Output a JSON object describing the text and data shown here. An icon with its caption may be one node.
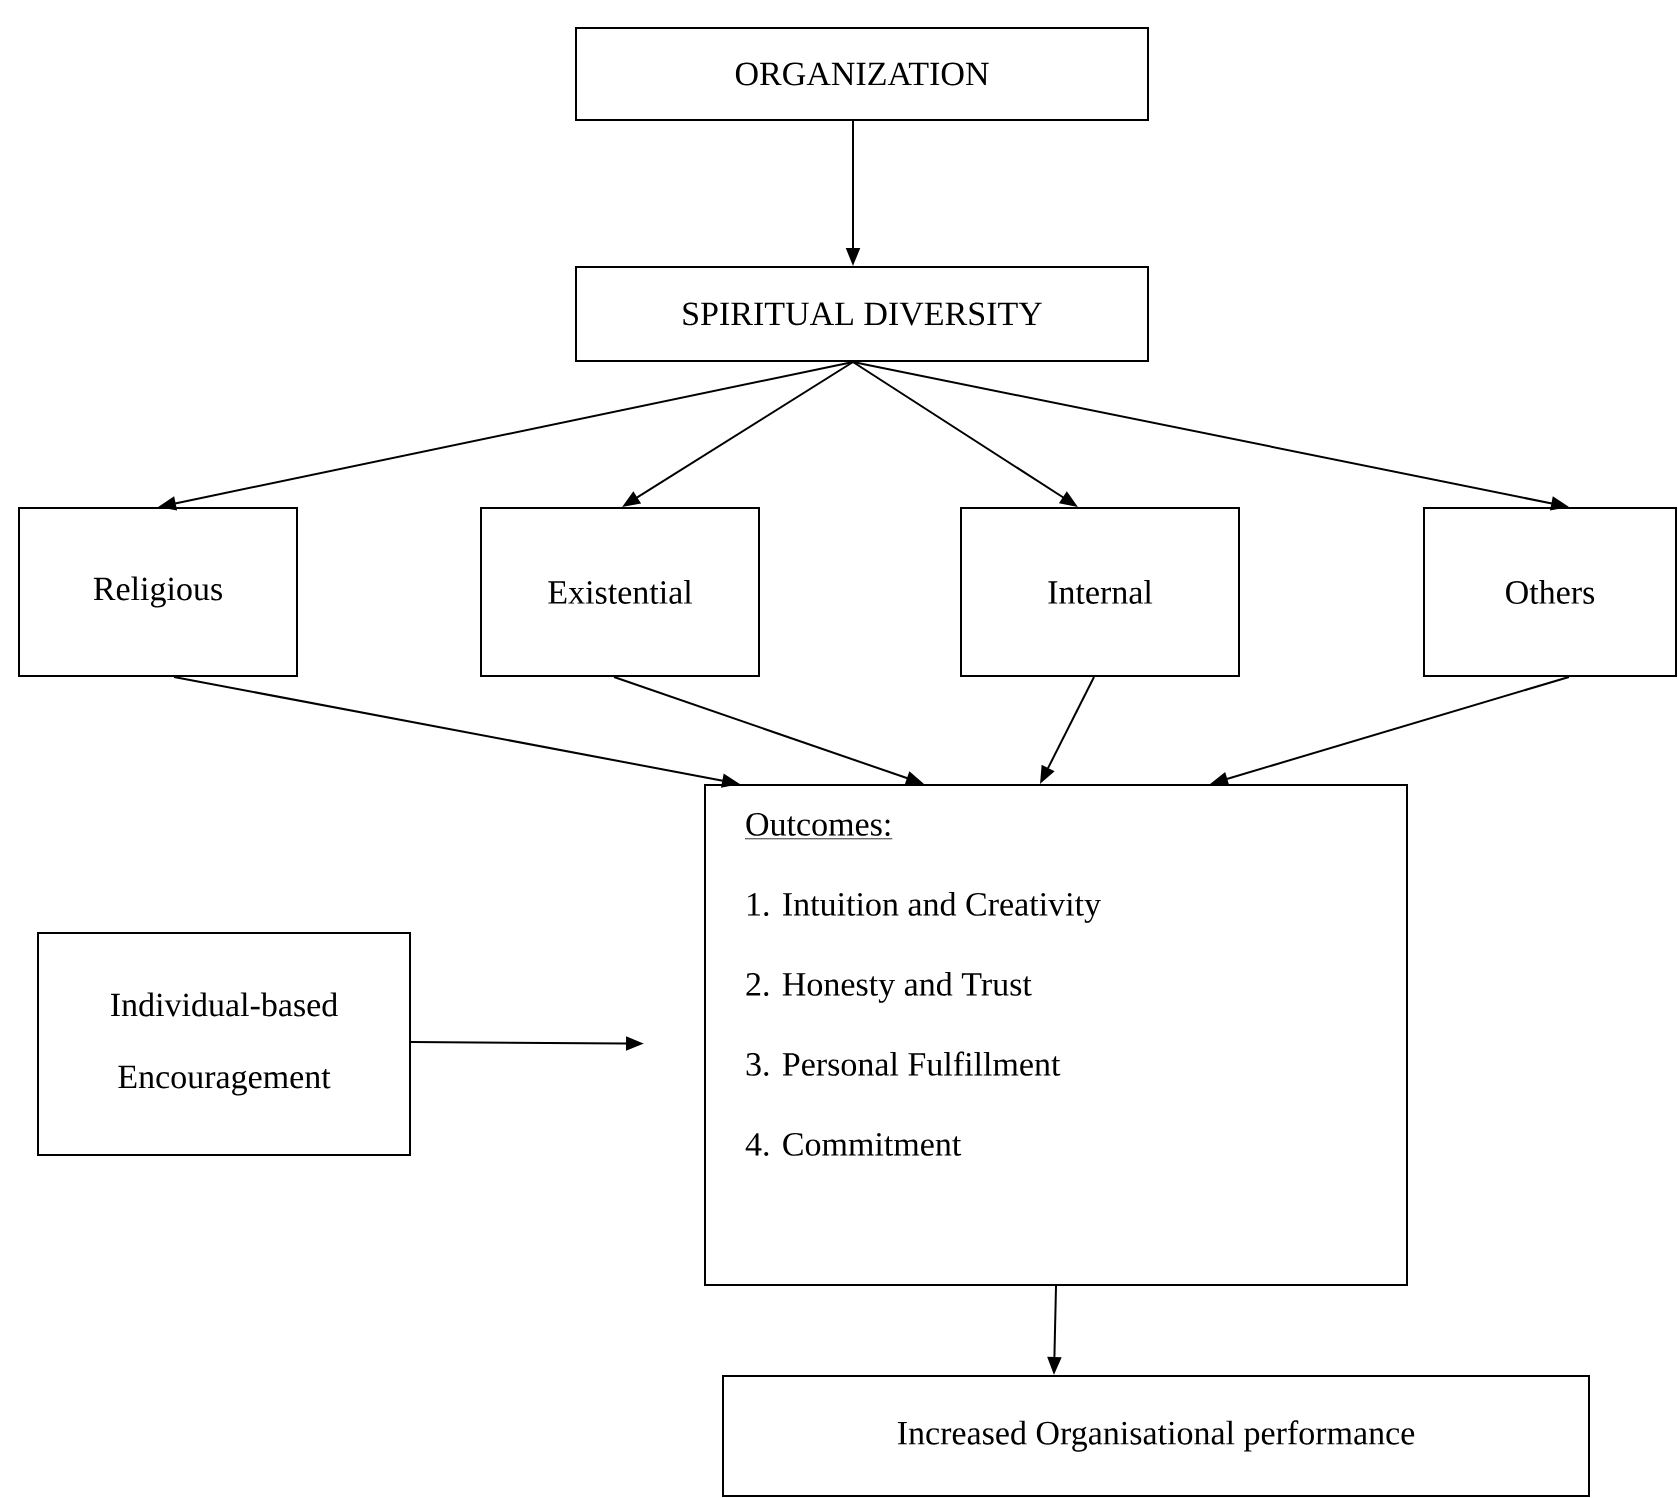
{
  "diagram": {
    "nodes": [
      {
        "text": [
          "ORGANIZATION"
        ]
      },
      {
        "text": [
          "SPIRITUAL DIVERSITY"
        ]
      },
      {
        "text": [
          "Religious"
        ]
      },
      {
        "text": [
          "Existential"
        ]
      },
      {
        "text": [
          "Internal"
        ]
      },
      {
        "text": [
          "Others"
        ]
      },
      {
        "text": [
          "Outcomes:",
          "1. Intuition and Creativity",
          "2. Honesty and Trust",
          "3. Personal Fulfillment",
          "4. Commitment"
        ]
      },
      {
        "text": [
          "Individual-based Encouragement"
        ]
      },
      {
        "text": [
          "Increased Organisational performance"
        ]
      }
    ],
    "edges": [
      {
        "from": 0,
        "to": 1,
        "arrow": "to"
      },
      {
        "from": 1,
        "to": 2,
        "arrow": "to"
      },
      {
        "from": 1,
        "to": 3,
        "arrow": "to"
      },
      {
        "from": 1,
        "to": 4,
        "arrow": "to"
      },
      {
        "from": 1,
        "to": 5,
        "arrow": "to"
      },
      {
        "from": 2,
        "to": 6,
        "arrow": "to"
      },
      {
        "from": 3,
        "to": 6,
        "arrow": "to"
      },
      {
        "from": 4,
        "to": 6,
        "arrow": "to"
      },
      {
        "from": 5,
        "to": 6,
        "arrow": "to"
      },
      {
        "from": 7,
        "to": 6,
        "arrow": "to"
      },
      {
        "from": 6,
        "to": 8,
        "arrow": "to"
      }
    ]
  }
}
